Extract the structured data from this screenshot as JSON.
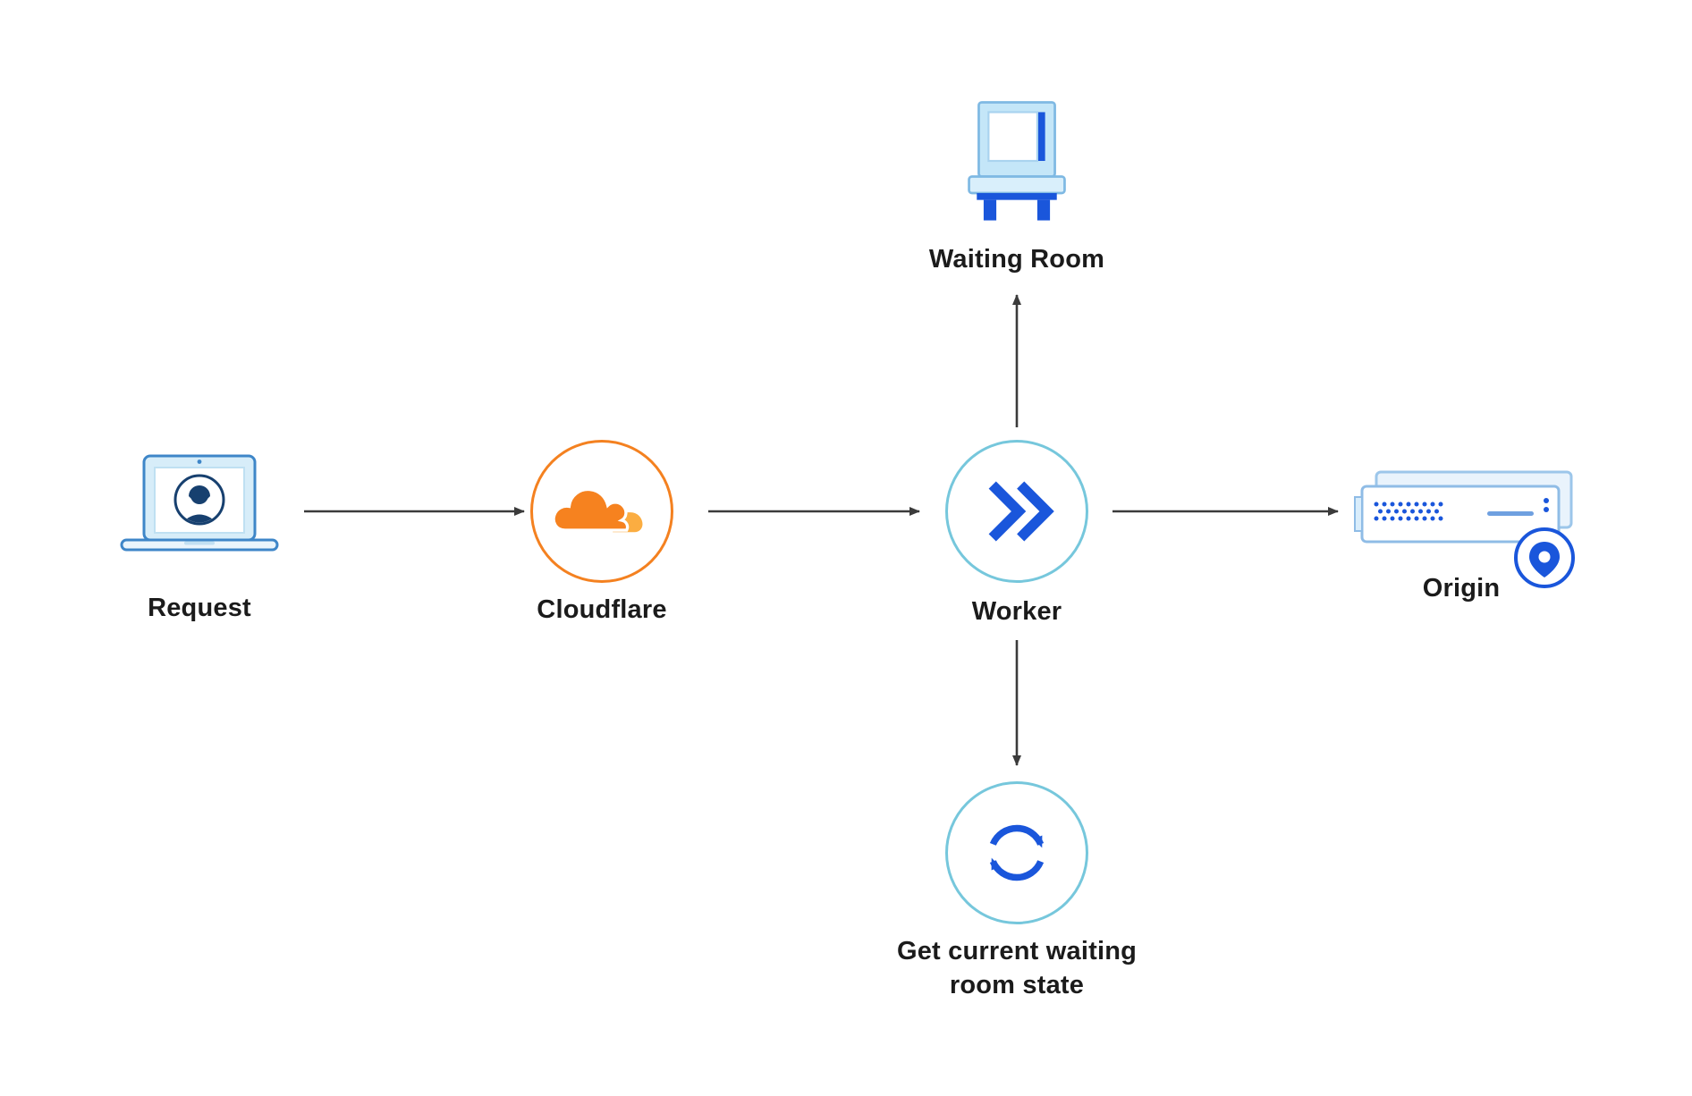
{
  "diagram": {
    "description": "Cloudflare Waiting Room request flow diagram",
    "nodes": {
      "request": {
        "label": "Request",
        "icon": "laptop-user-icon"
      },
      "cloudflare": {
        "label": "Cloudflare",
        "icon": "cloudflare-cloud-icon"
      },
      "worker": {
        "label": "Worker",
        "icon": "worker-chevrons-icon"
      },
      "waiting_room": {
        "label": "Waiting Room",
        "icon": "armchair-icon"
      },
      "origin": {
        "label": "Origin",
        "icon": "server-location-icon"
      },
      "get_state": {
        "label": "Get current waiting room state",
        "lines": [
          "Get current waiting",
          "room state"
        ],
        "icon": "sync-arrows-icon"
      }
    },
    "edges": [
      {
        "from": "request",
        "to": "cloudflare"
      },
      {
        "from": "cloudflare",
        "to": "worker"
      },
      {
        "from": "worker",
        "to": "waiting_room"
      },
      {
        "from": "worker",
        "to": "origin"
      },
      {
        "from": "worker",
        "to": "get_state"
      }
    ],
    "colors": {
      "cloudflare_orange": "#F6821F",
      "cloudflare_orange_light": "#FBAD41",
      "orange_ring": "#F48120",
      "teal_ring": "#76C7DC",
      "royal_blue": "#1A56DB",
      "sky_blue_fill": "#C4E6F8",
      "pale_blue_fill": "#E9F3FC",
      "mid_blue_stroke": "#3E86C8",
      "light_blue_stroke": "#8FBCE6",
      "navy_avatar": "#17406F",
      "arrow": "#3B3B3B",
      "text": "#1B1B1B",
      "background": "#FFFFFF"
    }
  }
}
